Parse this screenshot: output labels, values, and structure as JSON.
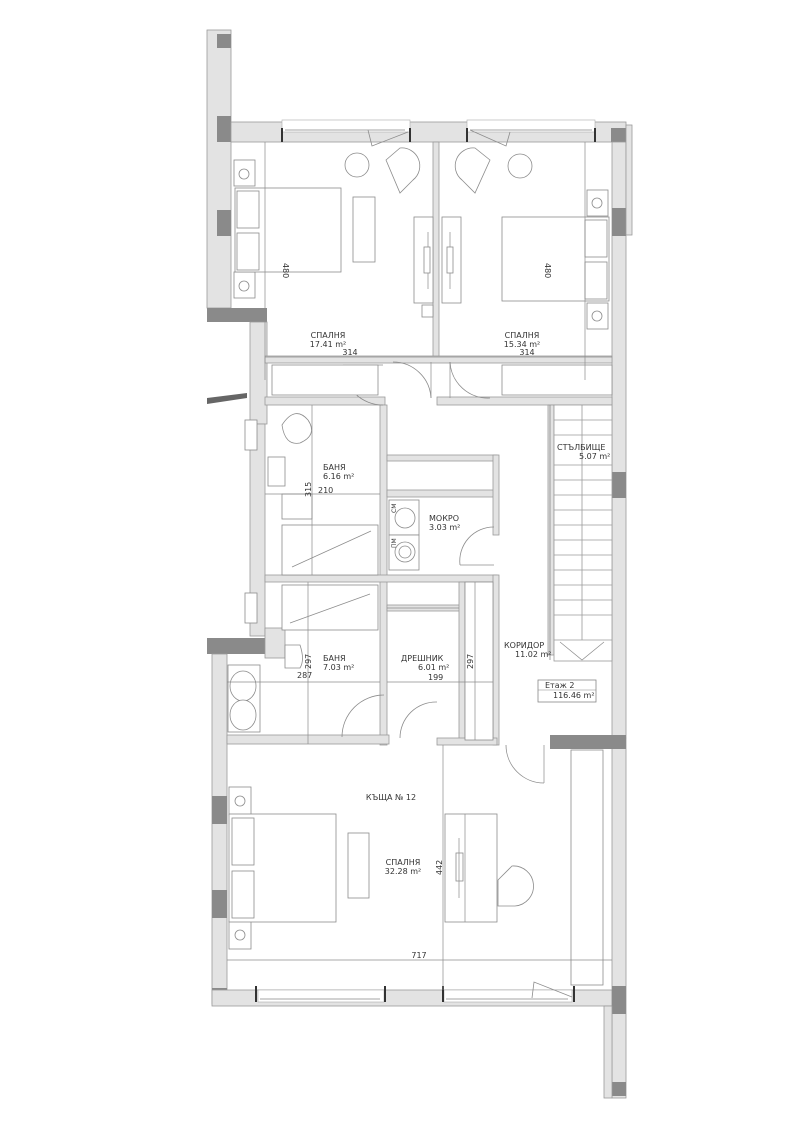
{
  "plan": {
    "house_label": "КЪЩА № 12",
    "floor": {
      "name": "Етаж 2",
      "area": "116.46 m²"
    },
    "rooms": [
      {
        "id": "bedroom-1",
        "name": "СПАЛНЯ",
        "area": "17.41 m²"
      },
      {
        "id": "bedroom-2",
        "name": "СПАЛНЯ",
        "area": "15.34 m²"
      },
      {
        "id": "staircase",
        "name": "СТЪЛБИЩЕ",
        "area": "5.07 m²"
      },
      {
        "id": "bathroom-1",
        "name": "БАНЯ",
        "area": "6.16 m²"
      },
      {
        "id": "laundry",
        "name": "МОКРО",
        "area": "3.03 m²"
      },
      {
        "id": "bathroom-2",
        "name": "БАНЯ",
        "area": "7.03 m²"
      },
      {
        "id": "wardrobe",
        "name": "ДРЕШНИК",
        "area": "6.01 m²"
      },
      {
        "id": "corridor",
        "name": "КОРИДОР",
        "area": "11.02 m²"
      },
      {
        "id": "master-bedroom",
        "name": "СПАЛНЯ",
        "area": "32.28 m²"
      }
    ],
    "dimensions": {
      "bedroom1_width": "314",
      "bedroom1_depth": "480",
      "bedroom2_width": "314",
      "bedroom2_depth": "480",
      "bath1_width": "210",
      "bath1_depth": "315",
      "bath2_width": "287",
      "bath2_depth": "297",
      "wardrobe_width": "199",
      "wardrobe_depth": "297",
      "master_width": "717",
      "master_depth": "442"
    },
    "appliances": {
      "dryer": "СМ",
      "washer": "ПМ"
    }
  }
}
